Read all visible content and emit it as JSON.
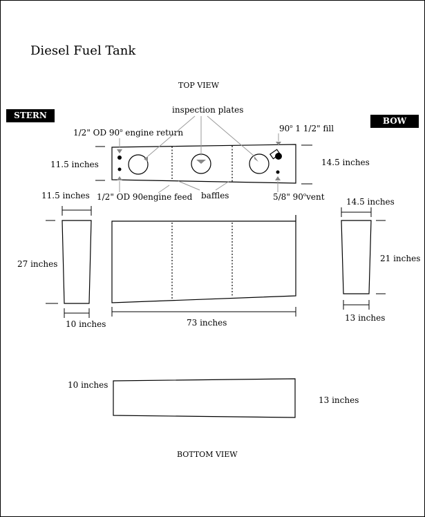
{
  "title": "Diesel Fuel Tank",
  "top_view_label": "TOP VIEW",
  "bottom_view_label": "BOTTOM VIEW",
  "stern_label": "STERN",
  "bow_label": "BOW",
  "labels": {
    "inspection_plates": "inspection plates",
    "engine_return": {
      "prefix": "1/2\" OD 90",
      "sup": "o",
      "suffix": " engine return"
    },
    "fill": {
      "prefix": "90",
      "sup": "o",
      "suffix": "  1 1/2\" fill"
    },
    "od_90": "1/2\" OD 90",
    "engine_feed": "engine feed",
    "baffles": "baffles",
    "vent": {
      "prefix": "5/8\" 90",
      "sup": "o",
      "suffix": "vent"
    }
  },
  "dimensions": {
    "top_left_height": "11.5 inches",
    "top_right_height": "14.5 inches",
    "stern_top_width": "11.5 inches",
    "stern_height": "27 inches",
    "stern_bottom_width": "10 inches",
    "length": "73 inches",
    "bow_top_width": "14.5 inches",
    "bow_height": "21 inches",
    "bow_bottom_width": "13 inches",
    "bottom_left": "10 inches",
    "bottom_right": "13 inches"
  },
  "colors": {
    "line": "#000000",
    "arrow_gray": "#888888",
    "badge_bg": "#000000",
    "badge_text": "#ffffff"
  }
}
